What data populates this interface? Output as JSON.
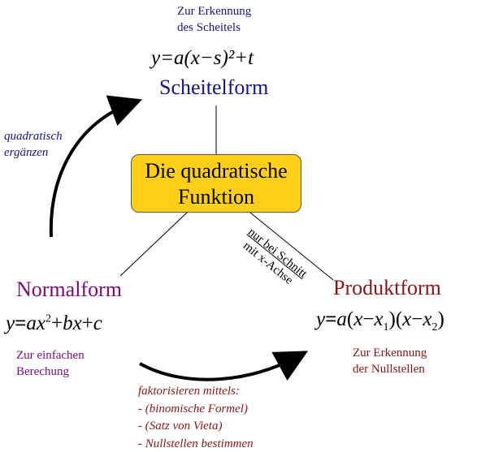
{
  "center": {
    "line1": "Die quadratische",
    "line2": "Funktion"
  },
  "scheitel": {
    "note1": "Zur Erkennung",
    "note2": "des Scheitels",
    "title": "Scheitelform",
    "formula": "y=a(x−s)²+t"
  },
  "normal": {
    "title": "Normalform",
    "formula": "y=ax²+bx+c",
    "note1": "Zur einfachen",
    "note2": "Berechung"
  },
  "produkt": {
    "title": "Produktform",
    "formula": "y=a(x−x₁)(x−x₂)",
    "note1": "Zur Erkennung",
    "note2": "der Nullstellen"
  },
  "arrow_left": {
    "line1": "quadratisch",
    "line2": "ergänzen"
  },
  "condition": {
    "line1": "nur bei Schnitt",
    "line2": "mit x-Achse"
  },
  "factor": {
    "title": "faktorisieren mittels:",
    "items": [
      "- (binomische Formel)",
      "- (Satz von Vieta)",
      "- Nullstellen bestimmen"
    ]
  },
  "colors": {
    "box": "#fdd017",
    "scheitel": "#14148c",
    "normal": "#7a0a7a",
    "produkt": "#8c1414"
  }
}
